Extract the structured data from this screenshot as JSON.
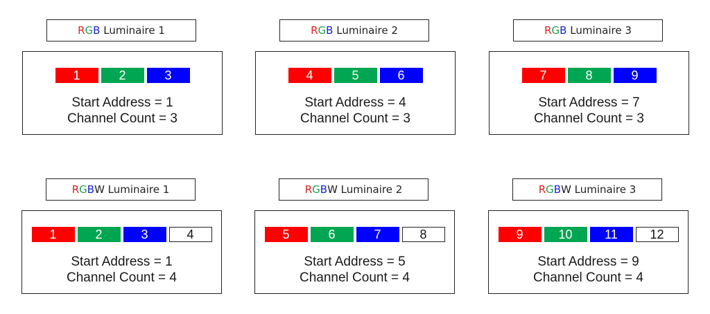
{
  "luminaires": [
    {
      "title_r": "R",
      "title_g": "G",
      "title_b": "B",
      "title_rest": " Luminaire 1",
      "channels": [
        {
          "label": "1",
          "color": "red"
        },
        {
          "label": "2",
          "color": "green"
        },
        {
          "label": "3",
          "color": "blue"
        }
      ],
      "start_text": "Start Address = 1",
      "count_text": "Channel Count = 3"
    },
    {
      "title_r": "R",
      "title_g": "G",
      "title_b": "B",
      "title_rest": " Luminaire 2",
      "channels": [
        {
          "label": "4",
          "color": "red"
        },
        {
          "label": "5",
          "color": "green"
        },
        {
          "label": "6",
          "color": "blue"
        }
      ],
      "start_text": "Start Address = 4",
      "count_text": "Channel Count = 3"
    },
    {
      "title_r": "R",
      "title_g": "G",
      "title_b": "B",
      "title_rest": " Luminaire 3",
      "channels": [
        {
          "label": "7",
          "color": "red"
        },
        {
          "label": "8",
          "color": "green"
        },
        {
          "label": "9",
          "color": "blue"
        }
      ],
      "start_text": "Start Address = 7",
      "count_text": "Channel Count = 3"
    },
    {
      "title_r": "R",
      "title_g": "G",
      "title_b": "B",
      "title_rest": "W Luminaire 1",
      "channels": [
        {
          "label": "1",
          "color": "red"
        },
        {
          "label": "2",
          "color": "green"
        },
        {
          "label": "3",
          "color": "blue"
        },
        {
          "label": "4",
          "color": "white"
        }
      ],
      "start_text": "Start Address = 1",
      "count_text": "Channel Count = 4"
    },
    {
      "title_r": "R",
      "title_g": "G",
      "title_b": "B",
      "title_rest": "W Luminaire 2",
      "channels": [
        {
          "label": "5",
          "color": "red"
        },
        {
          "label": "6",
          "color": "green"
        },
        {
          "label": "7",
          "color": "blue"
        },
        {
          "label": "8",
          "color": "white"
        }
      ],
      "start_text": "Start Address = 5",
      "count_text": "Channel Count = 4"
    },
    {
      "title_r": "R",
      "title_g": "G",
      "title_b": "B",
      "title_rest": "W Luminaire 3",
      "channels": [
        {
          "label": "9",
          "color": "red"
        },
        {
          "label": "10",
          "color": "green"
        },
        {
          "label": "11",
          "color": "blue"
        },
        {
          "label": "12",
          "color": "white"
        }
      ],
      "start_text": "Start Address = 9",
      "count_text": "Channel Count = 4"
    }
  ],
  "colors": {
    "red": "#ff0000",
    "green": "#00a651",
    "blue": "#0000ff",
    "white": "#ffffff"
  }
}
